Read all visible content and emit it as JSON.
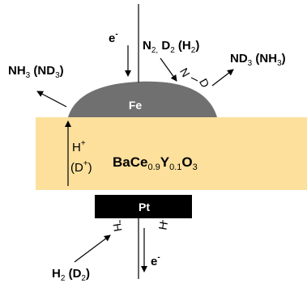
{
  "colors": {
    "electrolyte": "#FCE09C",
    "fe_electrode": "#707070",
    "pt_electrode": "#000000",
    "text": "#000000",
    "label_on_dark": "#ffffff"
  },
  "electrolyte": {
    "label_main": "BaCe",
    "label_sub1": "0.9",
    "label_mid": "Y",
    "label_sub2": "0.1",
    "label_end": "O",
    "label_sub3": "3"
  },
  "fe": {
    "label": "Fe"
  },
  "pt": {
    "label": "Pt"
  },
  "proton": {
    "h": "H",
    "h_sup": "+",
    "d_open": "(D",
    "d_sup": "+",
    "d_close": ")"
  },
  "electron_top": {
    "e": "e",
    "sup": "-"
  },
  "electron_bottom": {
    "e": "e",
    "sup": "-"
  },
  "reactant_top": {
    "n": "N",
    "n_sub": "2,",
    "d": " D",
    "d_sub": "2",
    "h_open": " (H",
    "h_sub": "2",
    "close": ")"
  },
  "product_right": {
    "nd": "ND",
    "nd_sub": "3",
    "nh_open": " (NH",
    "nh_sub": "3",
    "close": ")"
  },
  "product_left": {
    "nh": "NH",
    "nh_sub": "3",
    "nd_open": " (ND",
    "nd_sub": "3",
    "close": ")"
  },
  "reactant_bottom": {
    "h": "H",
    "h_sub": "2",
    "d_open": " (D",
    "d_sub": "2",
    "close": ")"
  },
  "adsorbed_top": {
    "n": "N",
    "d": "D"
  },
  "adsorbed_bottom": {
    "h_left": "H",
    "h_right": "H"
  }
}
